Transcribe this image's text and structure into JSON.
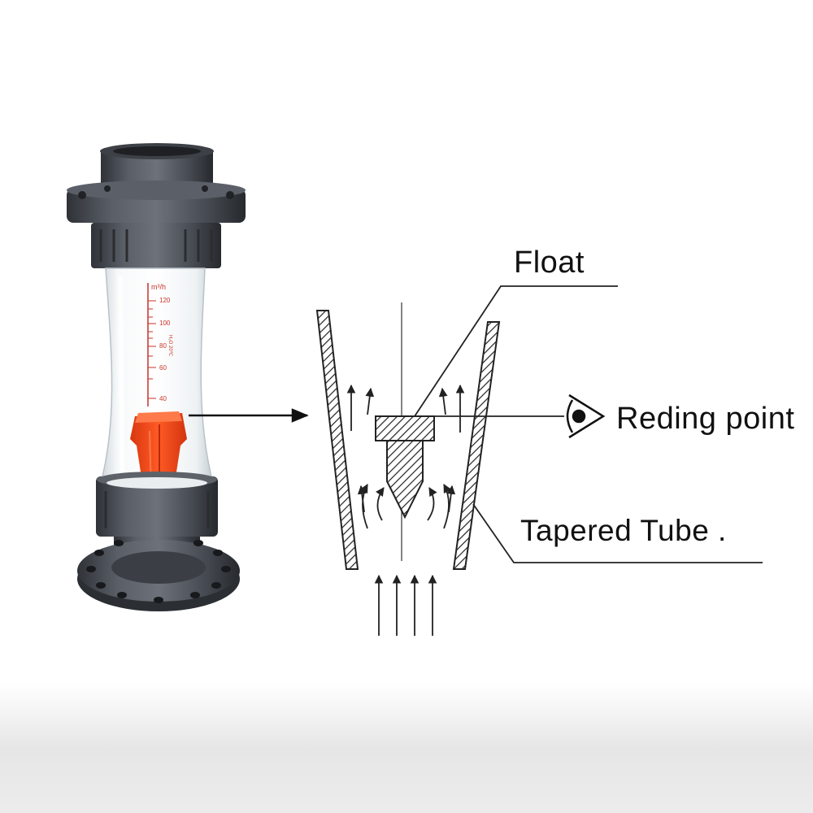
{
  "diagram": {
    "labels": {
      "float": "Float",
      "reading_point": "Reding point",
      "tapered_tube": "Tapered Tube ."
    },
    "scale": {
      "unit_top": "m³/h",
      "ticks": [
        "120",
        "100",
        "80",
        "60",
        "40"
      ],
      "side_text": "H₂O 20℃"
    },
    "icons": {
      "eye": "eye-icon",
      "callout_arrow": "arrow-right-icon"
    },
    "colors": {
      "pipe_gray": "#4a4e55",
      "float_orange": "#f04a1e",
      "line": "#222222",
      "scale_red": "#c8332a"
    }
  }
}
